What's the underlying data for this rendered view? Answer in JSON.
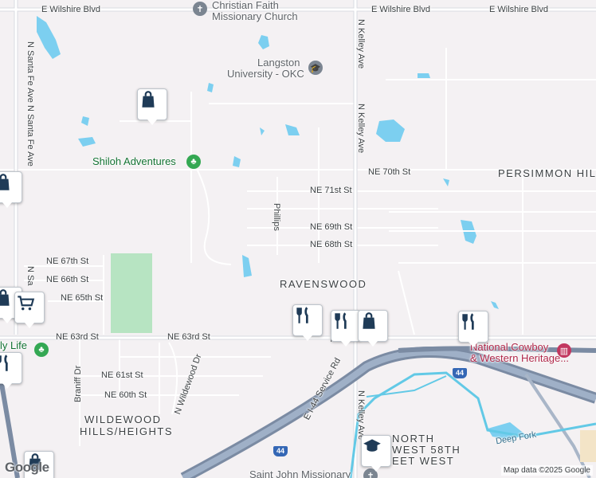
{
  "map": {
    "attribution": "Map data ©2025 Google",
    "logo": "Google",
    "colors": {
      "background": "#f4f1f3",
      "water": "#7ccff0",
      "park": "#b7e4c2",
      "road": "#ffffff",
      "major_road": "#d8dadf",
      "highway": "#7b8ba3",
      "river": "#62c9e6",
      "pin_fill": "#1f3b57"
    },
    "streets": {
      "wilshire_left": "E Wilshire Blvd",
      "wilshire_mid": "E Wilshire Blvd",
      "wilshire_right": "E Wilshire Blvd",
      "kelley_top": "N Kelley Ave",
      "kelley_mid": "N Kelley Ave",
      "kelley_bottom": "N Kelley Ave",
      "santa_fe_top": "N Santa Fe Ave",
      "santa_fe_mid": "N Santa Fe Ave",
      "santa_fe_low": "N Sa",
      "ne70": "NE 70th St",
      "ne71": "NE 71st St",
      "ne69": "NE 69th St",
      "ne68": "NE 68th St",
      "ne67": "NE 67th St",
      "ne66": "NE 66th St",
      "ne65": "NE 65th St",
      "ne63_left": "NE 63rd St",
      "ne63_mid": "NE 63rd St",
      "ne61": "NE 61st St",
      "ne60": "NE 60th St",
      "phillips": "Phillips",
      "braniff": "Braniff Dr",
      "wildewood": "N Wildewood Dr",
      "i44_service": "E I-44 Service Rd",
      "deep_fork": "Deep Fork"
    },
    "areas": {
      "persimmon": "PERSIMMON HILL",
      "ravenswood": "RAVENSWOOD",
      "wildewood1": "WILDEWOOD",
      "wildewood2": "HILLS/HEIGHTS",
      "north1": "NORTH",
      "north2": "WEST 58TH",
      "north3": "EET WEST"
    },
    "pois": {
      "church1": "Christian Faith",
      "church2": "Missionary Church",
      "langston1": "Langston",
      "langston2": "University - OKC",
      "shiloh": "Shiloh Adventures",
      "cowboy1": "National Cowboy",
      "cowboy2": "& Western Heritage...",
      "stjohn": "Saint John Missionary",
      "lylife": "ly Life",
      "partial_n": "N"
    },
    "highway_shield": "44",
    "icons": {
      "church": "cross-icon",
      "university": "graduation-cap-icon",
      "park": "tree-icon",
      "museum": "museum-icon",
      "shopping": "shopping-bag-icon",
      "restaurant": "fork-knife-icon",
      "grocery": "shopping-cart-icon",
      "school": "graduation-cap-icon"
    }
  }
}
